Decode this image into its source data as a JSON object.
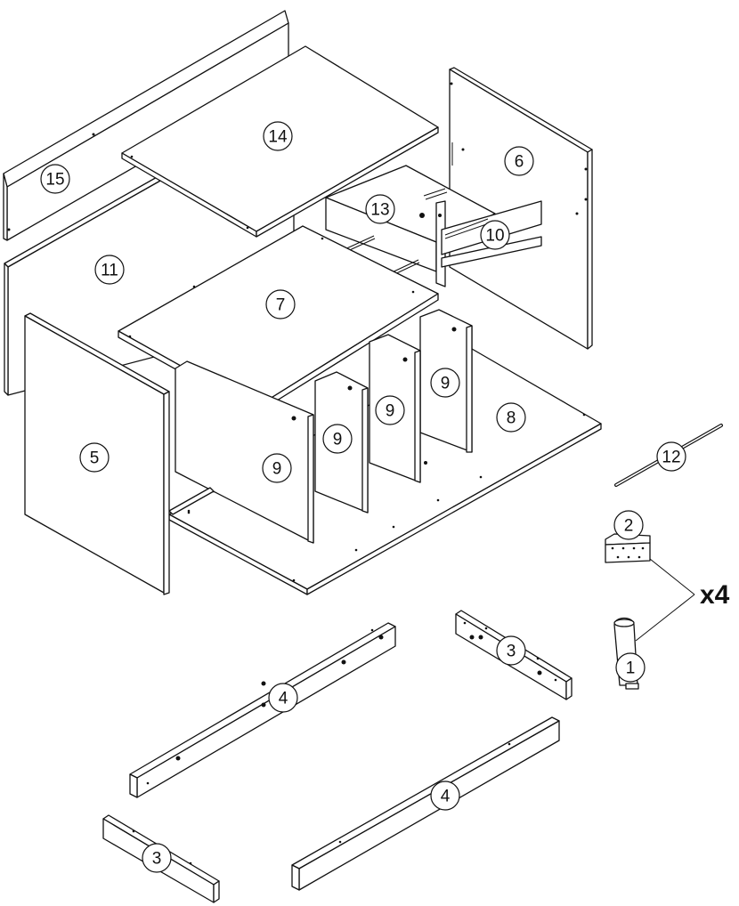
{
  "diagram": {
    "parts": [
      {
        "id": "part-1",
        "label": "1"
      },
      {
        "id": "part-2",
        "label": "2"
      },
      {
        "id": "part-3a",
        "label": "3"
      },
      {
        "id": "part-3b",
        "label": "3"
      },
      {
        "id": "part-4a",
        "label": "4"
      },
      {
        "id": "part-4b",
        "label": "4"
      },
      {
        "id": "part-5",
        "label": "5"
      },
      {
        "id": "part-6",
        "label": "6"
      },
      {
        "id": "part-7",
        "label": "7"
      },
      {
        "id": "part-8",
        "label": "8"
      },
      {
        "id": "part-9a",
        "label": "9"
      },
      {
        "id": "part-9b",
        "label": "9"
      },
      {
        "id": "part-9c",
        "label": "9"
      },
      {
        "id": "part-9d",
        "label": "9"
      },
      {
        "id": "part-10",
        "label": "10"
      },
      {
        "id": "part-11",
        "label": "11"
      },
      {
        "id": "part-12",
        "label": "12"
      },
      {
        "id": "part-13",
        "label": "13"
      },
      {
        "id": "part-14",
        "label": "14"
      },
      {
        "id": "part-15",
        "label": "15"
      }
    ],
    "quantity_label": "x4"
  }
}
